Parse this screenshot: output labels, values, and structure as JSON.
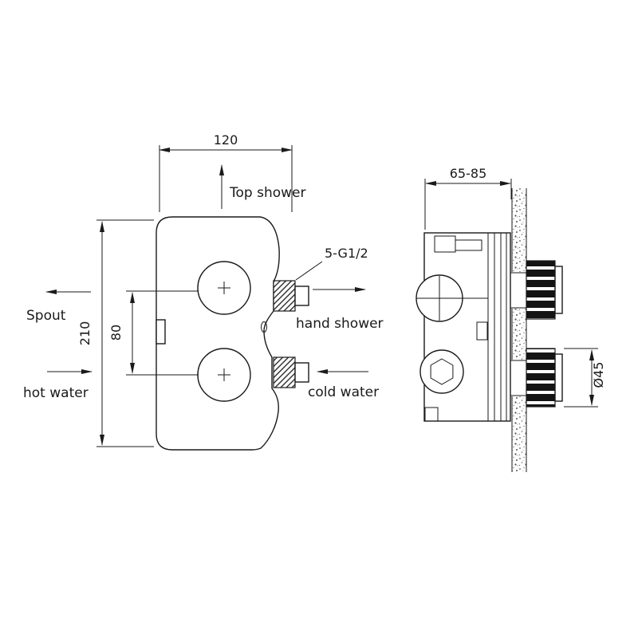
{
  "front_view": {
    "dim_width": "120",
    "dim_height": "210",
    "dim_knob_spacing": "80",
    "port_thread": "5-G1/2",
    "flow_labels": {
      "top_shower": "Top shower",
      "spout": "Spout",
      "hand_shower": "hand shower",
      "hot_water": "hot water",
      "cold_water": "cold water"
    }
  },
  "side_view": {
    "dim_depth": "65-85",
    "dim_handle_diameter": "Ø45"
  },
  "colors": {
    "line": "#1a1a1a",
    "background": "#ffffff"
  }
}
